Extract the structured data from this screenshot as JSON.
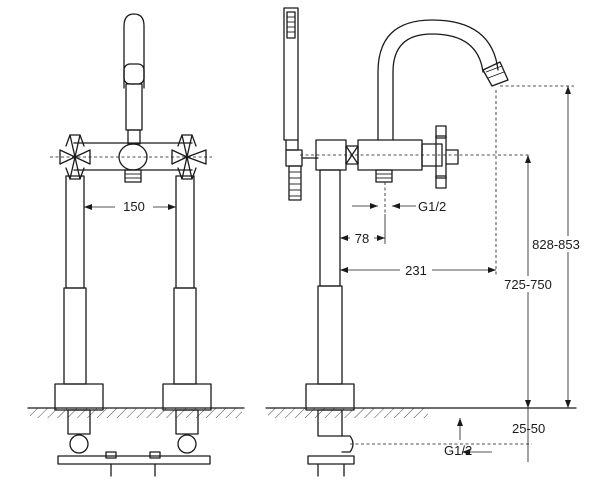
{
  "dimensions": {
    "spacing": "150",
    "thread_top": "G1/2",
    "offset": "78",
    "reach": "231",
    "height_total": "828-853",
    "height_spout": "725-750",
    "depth": "25-50",
    "thread_bottom": "G1/2"
  }
}
